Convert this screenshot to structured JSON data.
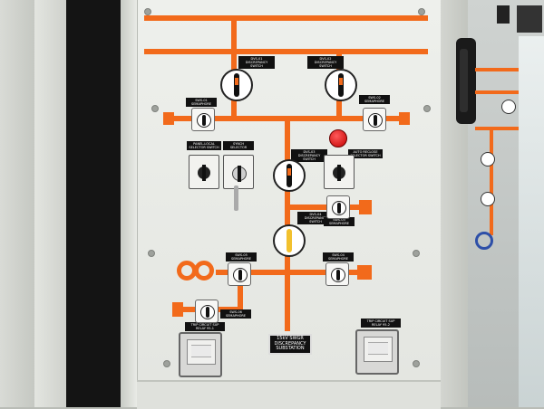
{
  "panel": {
    "lamp_color": "#d40000",
    "bus_color": "#f26a1b"
  },
  "labels": {
    "dvs01": "DVS-01\nDISCREPANCY SWITCH",
    "dvs02": "DVS-02\nDISCREPANCY SWITCH",
    "sw01": "SWS-01\nSEMAPHORE",
    "sw02": "SWS-02\nSEMAPHORE",
    "panel_local": "PANEL-LOCAL\nSELECTOR SWITCH",
    "synch": "SYNCH\nSELECTOR",
    "dvs03": "DVS-03\nDISCREPANCY SWITCH",
    "auto_reclose": "AUTO RECLOSE\nSELECTOR SWITCH",
    "sw03": "SWS-03\nSEMAPHORE",
    "dvs04": "DVS-04\nDISCREPANCY SWITCH",
    "sw05": "SWS-05\nSEMAPHORE",
    "sw04": "SWS-04\nSEMAPHORE",
    "sw06": "SWS-06\nSEMAPHORE",
    "trip_left": "TRIP CIRCUIT SUP\nRELAY 95-1",
    "trip_right": "TRIP CIRCUIT SUP\nRELAY 95-2",
    "panel_name": "15kV SWGR\nDISCREPANCY SUBSTATION"
  }
}
